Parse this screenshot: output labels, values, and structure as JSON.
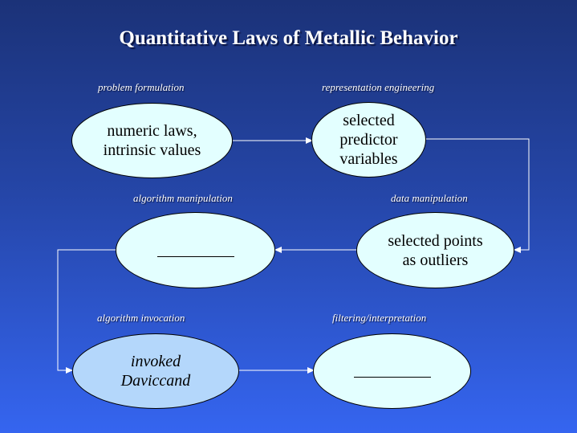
{
  "title": "Quantitative Laws of Metallic Behavior",
  "colors": {
    "background_top": "#1b3278",
    "background_bottom": "#3565f0",
    "node_fill": "#e3ffff",
    "active_node_fill": "#b4d7fb",
    "connector": "#ffffff"
  },
  "stages": [
    {
      "label": "problem formulation",
      "node_text": "numeric laws,\nintrinsic values",
      "active": false
    },
    {
      "label": "representation engineering",
      "node_text": "selected\npredictor\nvariables",
      "active": false
    },
    {
      "label": "data manipulation",
      "node_text": "selected points\nas outliers",
      "active": false
    },
    {
      "label": "algorithm manipulation",
      "node_text": "",
      "active": false
    },
    {
      "label": "algorithm invocation",
      "node_text": "invoked\nDaviccand",
      "active": true
    },
    {
      "label": "filtering/interpretation",
      "node_text": "",
      "active": false
    }
  ]
}
